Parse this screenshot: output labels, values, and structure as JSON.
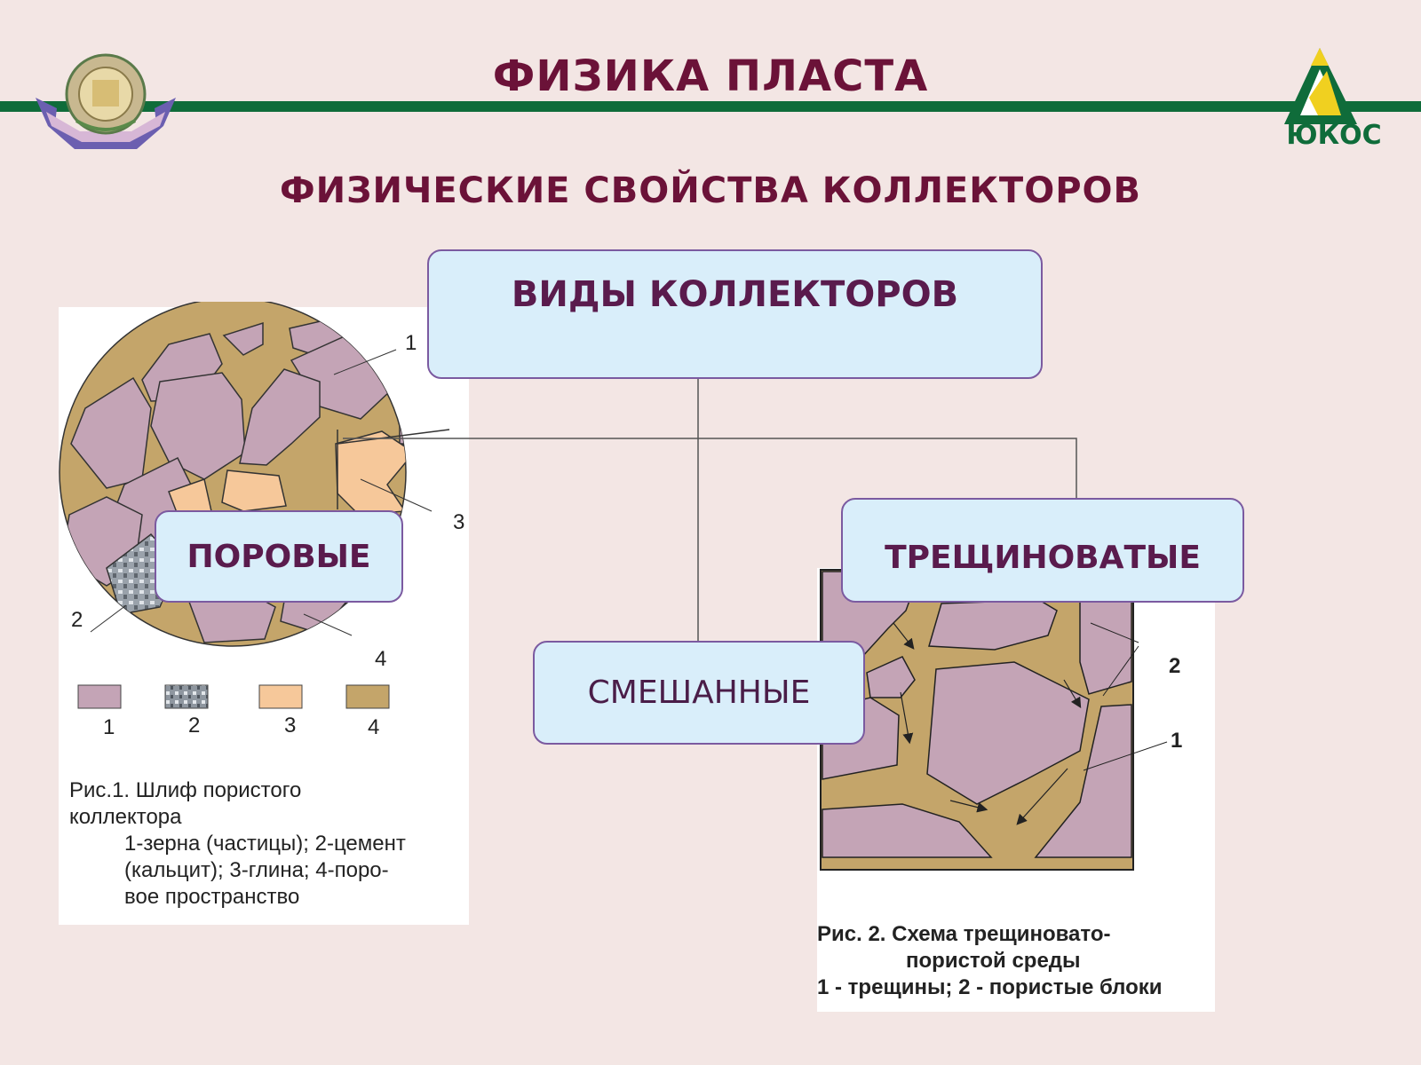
{
  "header": {
    "title": "ФИЗИКА ПЛАСТА",
    "left_logo": "university-emblem-icon",
    "right_logo_text": "ЮКОС"
  },
  "subtitle": "ФИЗИЧЕСКИЕ СВОЙСТВА КОЛЛЕКТОРОВ",
  "diagram": {
    "root": "ВИДЫ КОЛЛЕКТОРОВ",
    "children": {
      "pore": "ПОРОВЫЕ",
      "fractured": "ТРЕЩИНОВАТЫЕ",
      "mixed": "СМЕШАННЫЕ"
    }
  },
  "figure1": {
    "labels": [
      "1",
      "2",
      "3",
      "4"
    ],
    "legend": [
      "1",
      "2",
      "3",
      "4"
    ],
    "caption_line1": "Рис.1. Шлиф пористого",
    "caption_line2": "коллектора",
    "caption_line3": "1-зерна (частицы); 2-цемент",
    "caption_line4": "(кальцит); 3-глина; 4-поро-",
    "caption_line5": "вое пространство"
  },
  "figure2": {
    "labels": [
      "2",
      "1"
    ],
    "caption_line1": "Рис. 2. Схема трещиновато-",
    "caption_line2": "пористой среды",
    "caption_line3": "1 - трещины; 2 - пористые блоки"
  },
  "colors": {
    "title": "#6b1238",
    "green_rule": "#0f6c3a",
    "box_fill": "#d9eefa",
    "grain": "#c4a4b6",
    "pore_space": "#c4a56a",
    "clay": "#f6c89a"
  }
}
